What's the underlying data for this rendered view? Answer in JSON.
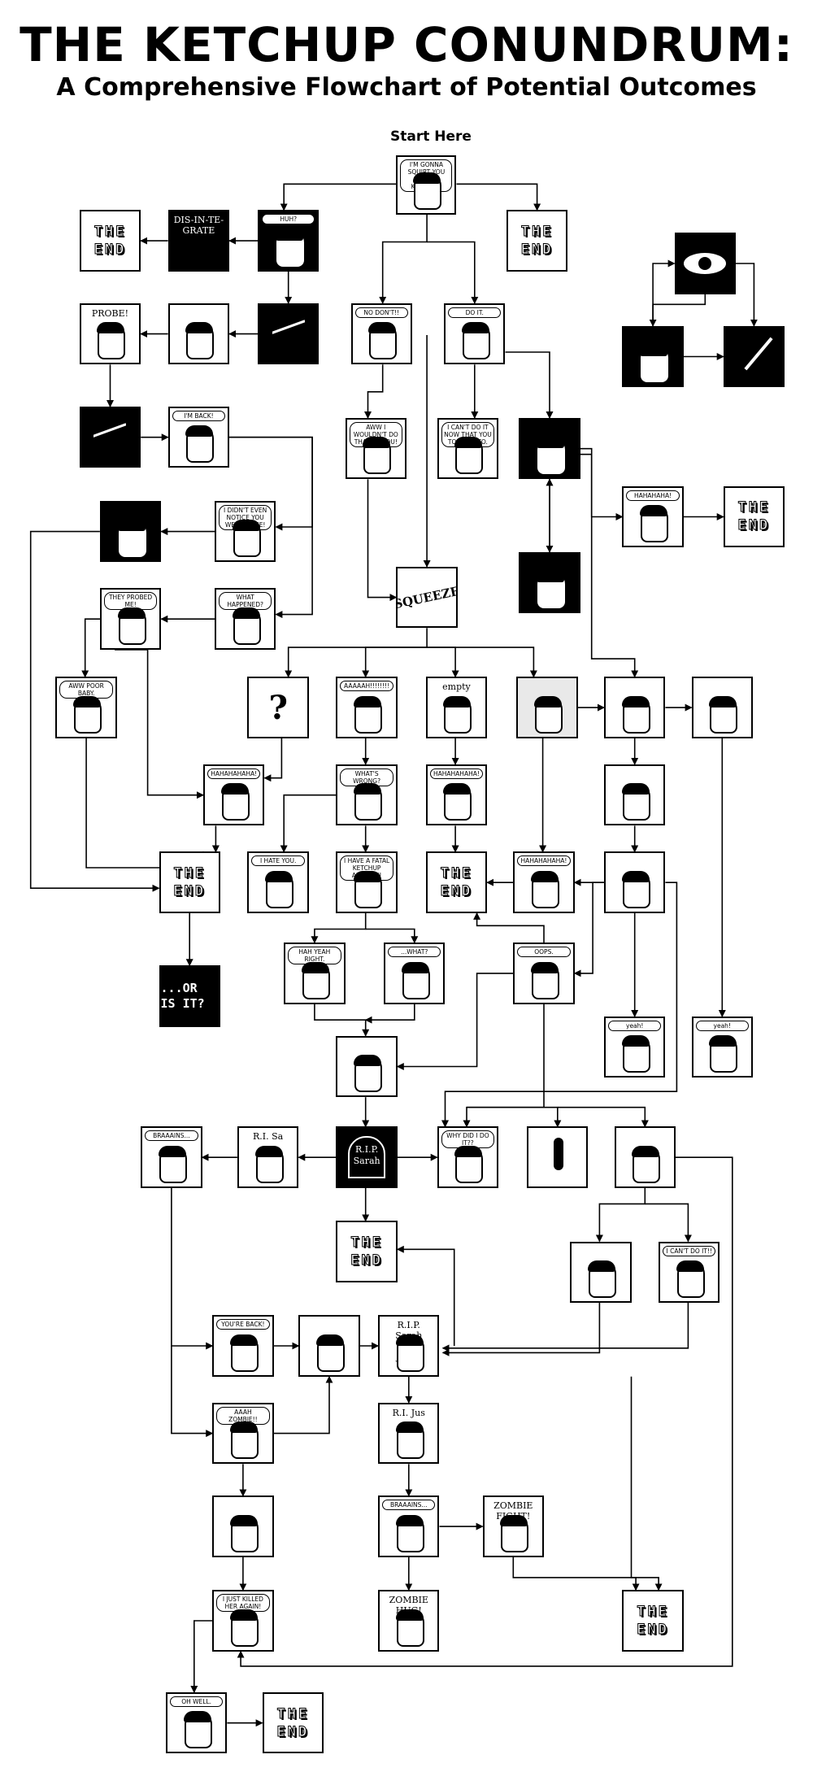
{
  "title": "THE KETCHUP CONUNDRUM:",
  "subtitle": "A Comprehensive Flowchart of Potential Outcomes",
  "start_label": "Start Here",
  "end_label": [
    "THE",
    "END"
  ],
  "panels": [
    {
      "id": "start",
      "text": "I'M GONNA SQUIRT YOU WITH KETCHUP!"
    },
    {
      "id": "end1",
      "end": true
    },
    {
      "id": "disintegrate",
      "style": "dark",
      "text": "DIS-IN-TE-GRATE"
    },
    {
      "id": "huh",
      "style": "dark",
      "text": "HUH?"
    },
    {
      "id": "end2",
      "end": true
    },
    {
      "id": "probe",
      "text": "PROBE!"
    },
    {
      "id": "robot-probe",
      "text": ""
    },
    {
      "id": "ufo-drop",
      "style": "dark",
      "text": ""
    },
    {
      "id": "no-dont",
      "text": "NO DON'T!!"
    },
    {
      "id": "do-it",
      "text": "DO IT."
    },
    {
      "id": "eye",
      "style": "dark",
      "text": ""
    },
    {
      "id": "bunny",
      "style": "dark",
      "text": ""
    },
    {
      "id": "fork",
      "style": "dark",
      "text": ""
    },
    {
      "id": "ufo-return",
      "style": "dark",
      "text": ""
    },
    {
      "id": "im-back",
      "text": "I'M BACK!"
    },
    {
      "id": "aww-wouldnt",
      "text": "AWW I WOULDN'T DO THAT TO YOU!"
    },
    {
      "id": "cant-now",
      "text": "I CAN'T DO IT NOW THAT YOU TOLD ME TO."
    },
    {
      "id": "angry-boy",
      "style": "dark",
      "text": ""
    },
    {
      "id": "hahahaha-1",
      "text": "HAHAHAHA!"
    },
    {
      "id": "end3",
      "end": true
    },
    {
      "id": "girl-dark",
      "style": "dark",
      "text": ""
    },
    {
      "id": "didnt-notice",
      "text": "I DIDN'T EVEN NOTICE YOU WERE GONE!"
    },
    {
      "id": "glasses-dark",
      "style": "dark",
      "text": ""
    },
    {
      "id": "probed-me",
      "text": "THEY PROBED ME!"
    },
    {
      "id": "what-happened",
      "text": "WHAT HAPPENED?"
    },
    {
      "id": "squeeze",
      "text": "SQUEEZE"
    },
    {
      "id": "aww-poor-baby",
      "text": "AWW POOR BABY."
    },
    {
      "id": "question",
      "text": "?"
    },
    {
      "id": "aaaah",
      "text": "AAAAAH!!!!!!!!"
    },
    {
      "id": "empty",
      "text": "empty"
    },
    {
      "id": "bearded",
      "style": "gray",
      "text": ""
    },
    {
      "id": "sword",
      "text": ""
    },
    {
      "id": "ketchup-blade",
      "text": ""
    },
    {
      "id": "hahahaha-2",
      "text": "HAHAHAHAHA!"
    },
    {
      "id": "whats-wrong",
      "text": "WHAT'S WRONG?"
    },
    {
      "id": "hahahaha-3",
      "text": "HAHAHAHAHA!"
    },
    {
      "id": "crash",
      "text": ""
    },
    {
      "id": "end4",
      "end": true
    },
    {
      "id": "i-hate-you",
      "text": "I HATE YOU."
    },
    {
      "id": "fatal-allergy",
      "text": "I HAVE A FATAL KETCHUP ALLERGY!"
    },
    {
      "id": "end5",
      "end": true
    },
    {
      "id": "hahahaha-4",
      "text": "HAHAHAHAHA!"
    },
    {
      "id": "fight",
      "text": ""
    },
    {
      "id": "or-is-it",
      "style": "dark",
      "text": "...OR IS IT?"
    },
    {
      "id": "hah-yeah-right",
      "text": "HAH YEAH RIGHT."
    },
    {
      "id": "what",
      "text": "...WHAT?"
    },
    {
      "id": "oops",
      "text": "OOPS."
    },
    {
      "id": "yeah-1",
      "text": "yeah!"
    },
    {
      "id": "yeah-2",
      "text": "yeah!"
    },
    {
      "id": "choke",
      "text": ""
    },
    {
      "id": "braaains-1",
      "text": "BRAAAINS..."
    },
    {
      "id": "ri-sa",
      "text": "R.I. Sa"
    },
    {
      "id": "rip-sarah",
      "style": "dark",
      "text": "R.I.P. Sarah"
    },
    {
      "id": "why-did-i",
      "text": "WHY DID I DO IT??"
    },
    {
      "id": "hanging",
      "text": ""
    },
    {
      "id": "gun",
      "text": ""
    },
    {
      "id": "end6",
      "end": true
    },
    {
      "id": "fist-1",
      "text": ""
    },
    {
      "id": "cant-do-it",
      "text": "I CAN'T DO IT!!"
    },
    {
      "id": "youre-back",
      "text": "YOU'RE BACK!"
    },
    {
      "id": "zombie-bite",
      "text": ""
    },
    {
      "id": "two-graves",
      "text": "R.I.P. Sarah R.I.P. Jason"
    },
    {
      "id": "aaah-zombie",
      "text": "AAAH ZOMBIE!!"
    },
    {
      "id": "ri-jus",
      "text": "R.I. Jus"
    },
    {
      "id": "fist-2",
      "text": ""
    },
    {
      "id": "braaains-2",
      "text": "BRAAAINS..."
    },
    {
      "id": "zombie-fight",
      "text": "ZOMBIE FIGHT!"
    },
    {
      "id": "killed-her-again",
      "text": "I JUST KILLED HER AGAIN!"
    },
    {
      "id": "zombie-hug",
      "text": "ZOMBIE HUG!"
    },
    {
      "id": "end7",
      "end": true
    },
    {
      "id": "oh-well",
      "text": "OH WELL."
    },
    {
      "id": "end8",
      "end": true
    }
  ]
}
